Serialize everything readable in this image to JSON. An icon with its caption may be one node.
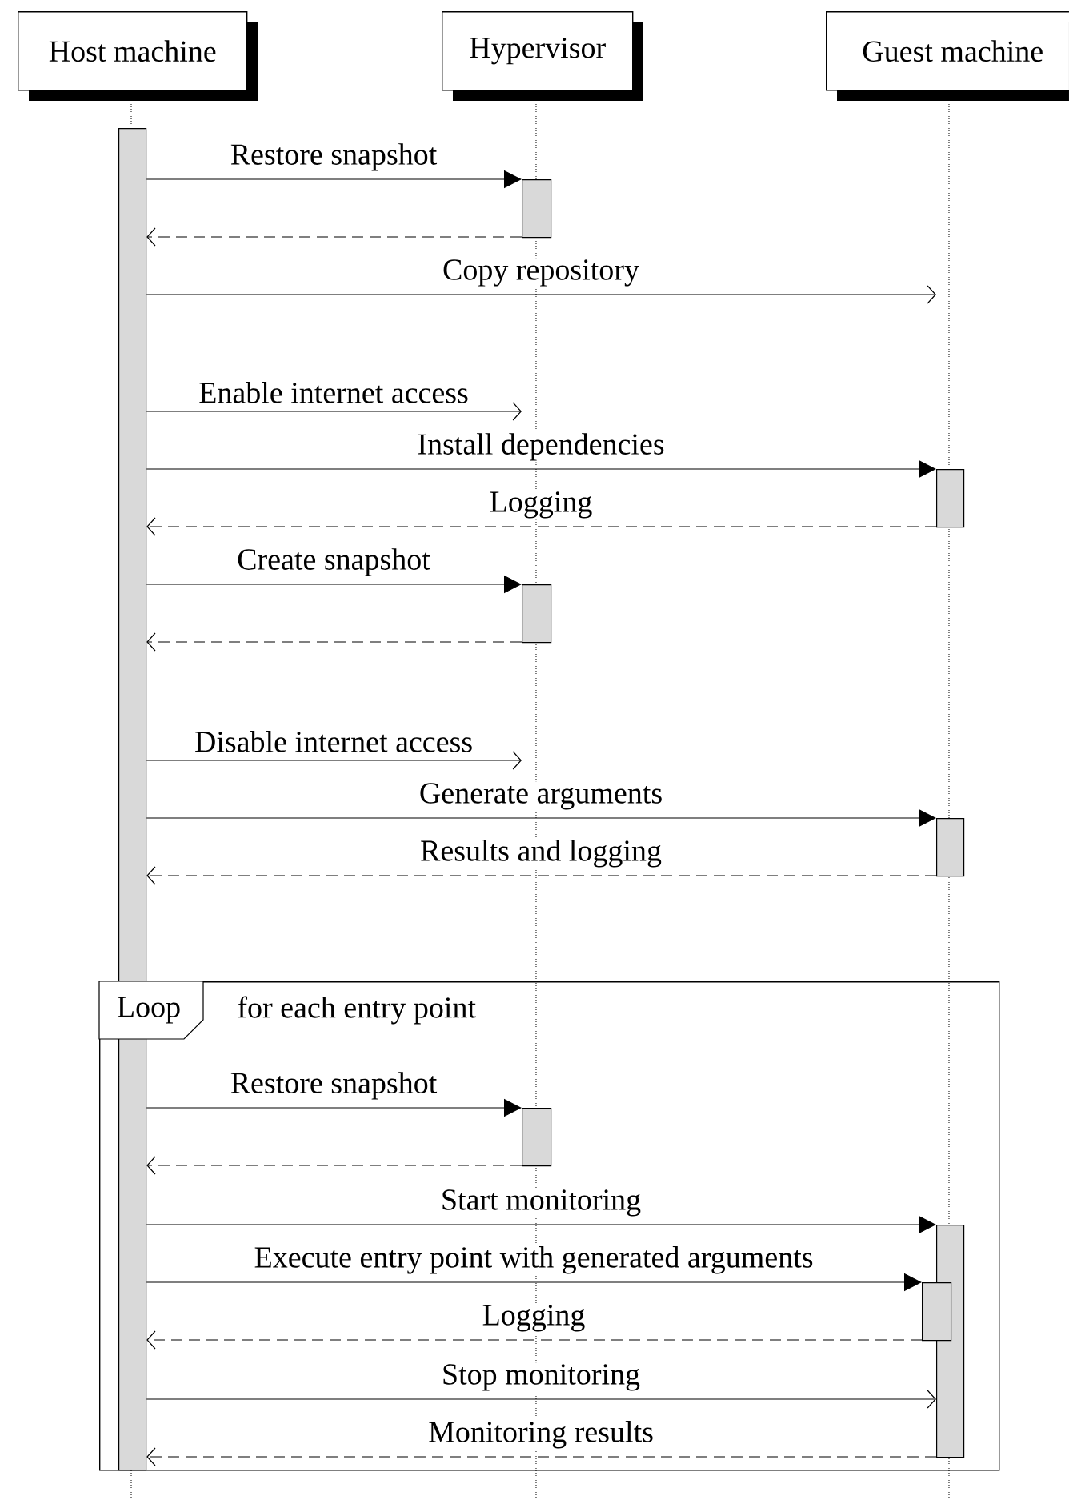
{
  "diagram": {
    "nodes": [
      {
        "text": [
          "Host machine"
        ]
      },
      {
        "text": [
          "Hypervisor"
        ]
      },
      {
        "text": [
          "Guest machine"
        ]
      },
      {
        "text": [],
        "shape": "bar"
      },
      {
        "text": [],
        "shape": "bar"
      },
      {
        "text": [],
        "shape": "bar"
      },
      {
        "text": [],
        "shape": "bar"
      },
      {
        "text": [],
        "shape": "bar"
      },
      {
        "text": [
          "Loop",
          "for each entry point"
        ]
      },
      {
        "text": [],
        "shape": "bar",
        "in": 8
      },
      {
        "text": [],
        "shape": "bar",
        "in": 8
      },
      {
        "text": [],
        "shape": "bar",
        "in": 8
      }
    ],
    "edges": [
      {
        "from": 3,
        "to": 4,
        "arrow": "to",
        "label": "Restore snapshot"
      },
      {
        "from": 4,
        "to": 3,
        "arrow": "to",
        "style": "dashed"
      },
      {
        "from": 3,
        "to": null,
        "arrow": "to",
        "label": "Copy repository"
      },
      {
        "from": 3,
        "to": null,
        "arrow": "to",
        "label": "Enable internet access"
      },
      {
        "from": 3,
        "to": 6,
        "arrow": "to",
        "label": "Install dependencies"
      },
      {
        "from": 6,
        "to": 3,
        "arrow": "to",
        "label": "Logging",
        "style": "dashed"
      },
      {
        "from": 3,
        "to": 5,
        "arrow": "to",
        "label": "Create snapshot"
      },
      {
        "from": 5,
        "to": 3,
        "arrow": "to",
        "style": "dashed"
      },
      {
        "from": 3,
        "to": null,
        "arrow": "to",
        "label": "Disable internet access"
      },
      {
        "from": 3,
        "to": 7,
        "arrow": "to",
        "label": "Generate arguments"
      },
      {
        "from": 7,
        "to": 3,
        "arrow": "to",
        "label": "Results and logging",
        "style": "dashed"
      },
      {
        "from": 3,
        "to": 9,
        "arrow": "to",
        "label": "Restore snapshot"
      },
      {
        "from": 9,
        "to": 3,
        "arrow": "to",
        "style": "dashed"
      },
      {
        "from": 3,
        "to": 10,
        "arrow": "to",
        "label": "Start monitoring"
      },
      {
        "from": 3,
        "to": 11,
        "arrow": "to",
        "label": "Execute entry point with generated arguments"
      },
      {
        "from": 11,
        "to": 3,
        "arrow": "to",
        "label": "Logging",
        "style": "dashed"
      },
      {
        "from": 3,
        "to": 10,
        "arrow": "to",
        "label": "Stop monitoring"
      },
      {
        "from": 10,
        "to": 3,
        "arrow": "to",
        "label": "Monitoring results",
        "style": "dashed"
      }
    ]
  }
}
